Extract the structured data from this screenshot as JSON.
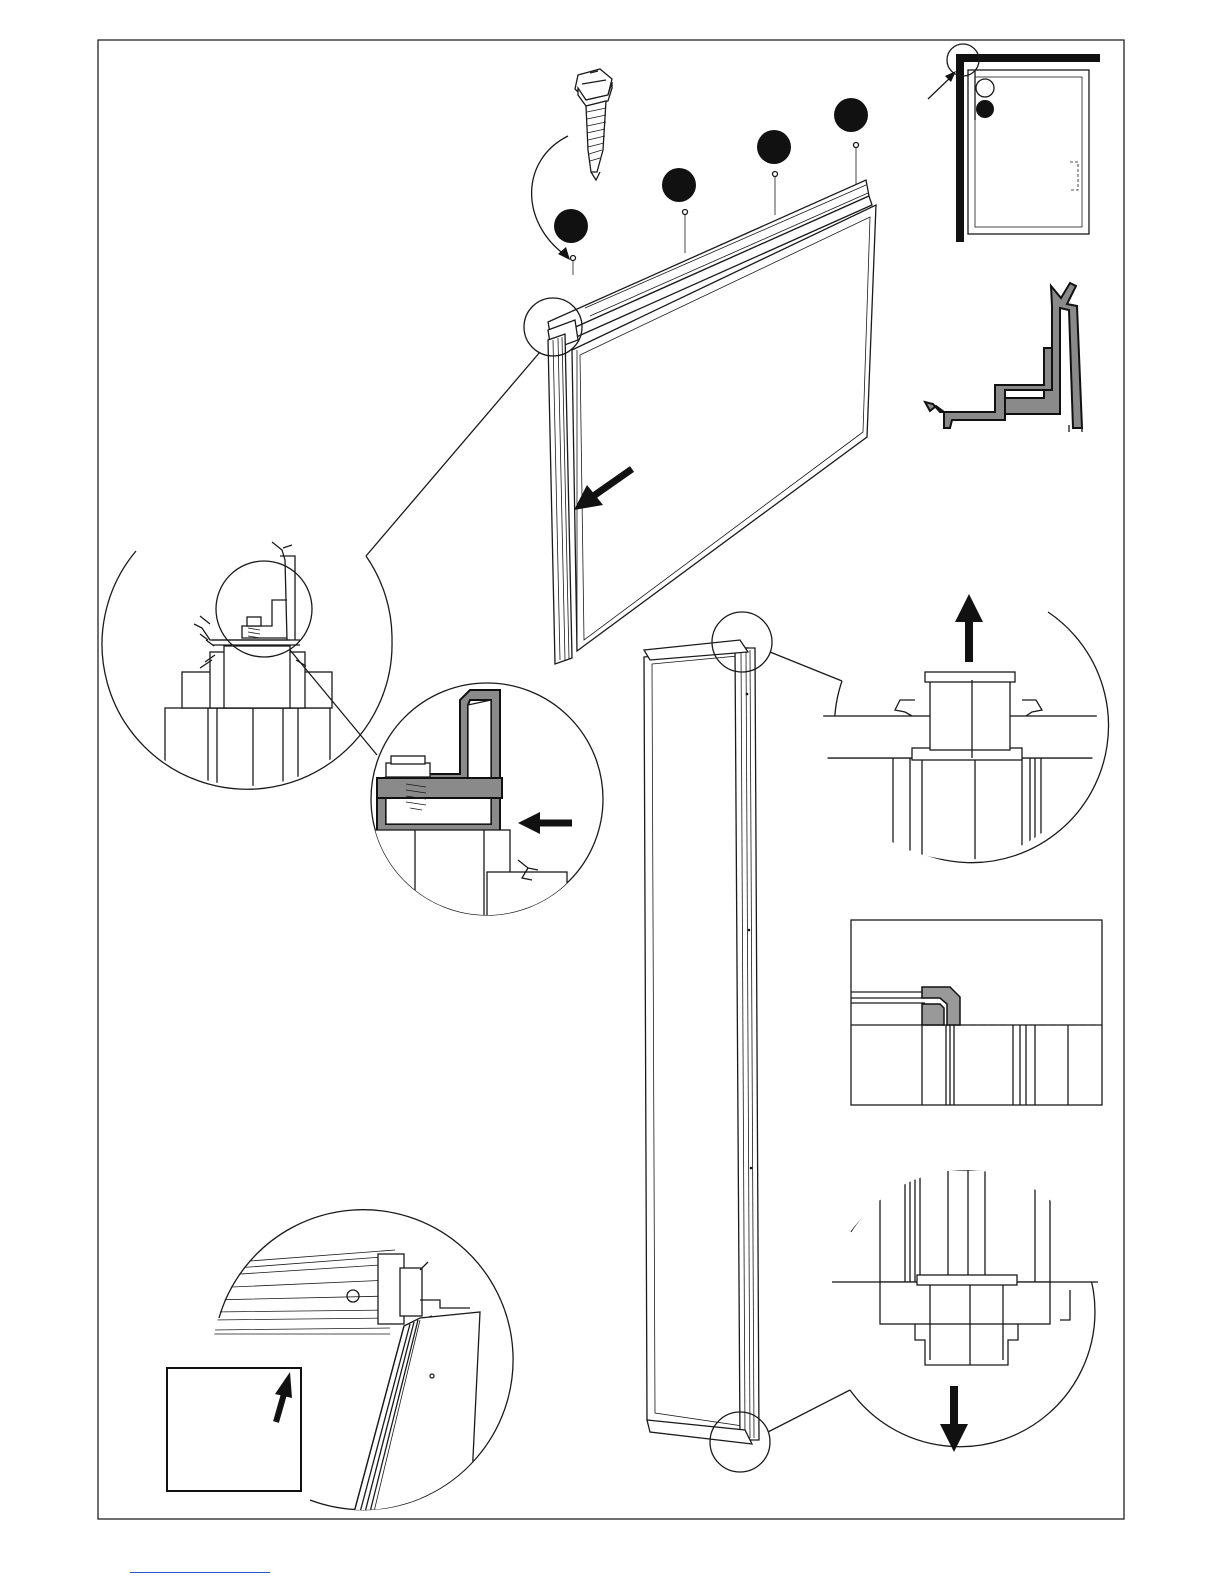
{
  "diagram": {
    "kind": "assembly-instruction-sheet",
    "callouts": [
      {
        "id": "screw-1"
      },
      {
        "id": "screw-2"
      },
      {
        "id": "screw-3"
      },
      {
        "id": "screw-4"
      }
    ],
    "arrow_directions": [
      "down-left",
      "left",
      "up",
      "down",
      "up"
    ],
    "colors": {
      "line": "#1a1a1a",
      "fill_profile": "#8a8a8a",
      "badge": "#111111"
    }
  }
}
